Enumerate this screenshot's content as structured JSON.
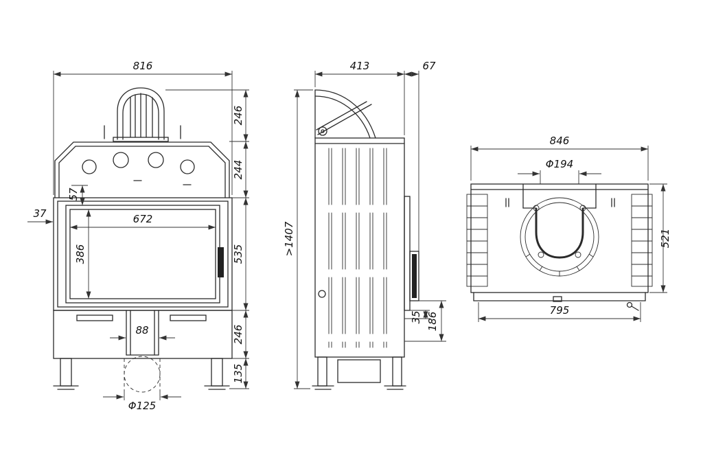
{
  "meta": {
    "background": "#ffffff",
    "line_color": "#2a2a2a",
    "dim_color": "#333333",
    "text_color": "#111111"
  },
  "views": {
    "front": {
      "width": "816",
      "cowl_height": "246",
      "upper_height": "244",
      "glass_top_offset": "57",
      "frame_offset": "37",
      "glass_width": "672",
      "glass_height": "386",
      "door_height": "535",
      "pedestal_width": "88",
      "base_height": "246",
      "leg_height": "135",
      "bottom_flue_diameter": "Φ125"
    },
    "side": {
      "depth": "413",
      "handle_offset": "67",
      "total_height": ">1407",
      "latch_depth": "35",
      "latch_height": "186"
    },
    "top": {
      "width": "846",
      "flue_diameter": "Φ194",
      "depth": "521",
      "base_width": "795"
    }
  }
}
